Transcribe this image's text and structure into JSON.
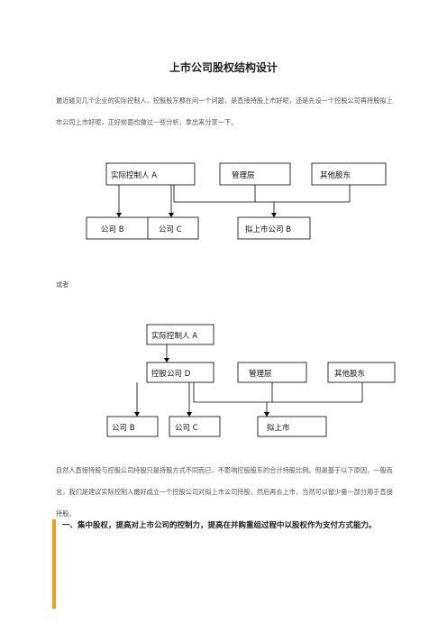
{
  "document": {
    "title": "上市公司股权结构设计",
    "intro": "最近碰见几个企业的实际控制人、控股股东都在问一个问题，是直接持股上市好呢，还是先设一个控股公司再持股拟上市公司上市好呢，正好前面也做过一些分析，拿出来分享一下。",
    "or_text": "或者",
    "conclusion": "自然人直接持股与控股公司持股只是持股方式不同而已，不影响控股股东的合计持股比例。但是基于以下原因，一般而言，我们是建议实际控制人最好成立一个控股公司对拟上市公司持股，然后再去上市，当然可以留少量一部分用于直接持股。",
    "section_heading": "一、集中股权，提高对上市公司的控制力，提高在并购重组过程中以股权作为支付方式能力。"
  },
  "diagram1": {
    "top_row": [
      "实际控制人 A",
      "管理层",
      "其他股东"
    ],
    "bottom_row": [
      "公司 B",
      "公司 C",
      "拟上市公司 B"
    ]
  },
  "diagram2": {
    "top": "实际控制人 A",
    "middle_row": [
      "控股公司 D",
      "管理层",
      "其他股东"
    ],
    "bottom_row": [
      "公司 B",
      "公司 C",
      "拟上市"
    ]
  }
}
